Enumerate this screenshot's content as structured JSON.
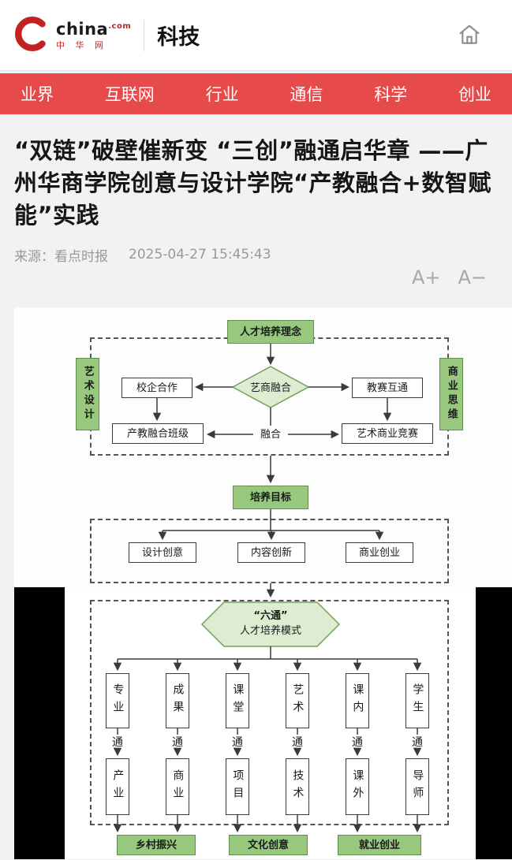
{
  "colors": {
    "nav_red": "#e64a4a",
    "logo_red": "#c32222",
    "node_green": "#97c87e",
    "node_green_border": "#5f8f4a",
    "pale_green": "#dcedd2",
    "meta_gray": "#999999"
  },
  "icons": {
    "logo_mark": "red-c-swirl",
    "home": "house-outline"
  },
  "header": {
    "logo_brand": "china",
    "logo_tld": ".com",
    "logo_cn": "中 华 网",
    "section": "科技"
  },
  "nav": {
    "items": [
      "业界",
      "互联网",
      "行业",
      "通信",
      "科学",
      "创业"
    ]
  },
  "article": {
    "title": "“双链”破壁催新变 “三创”融通启华章 ——广州华商学院创意与设计学院“产教融合+数智赋能”实践",
    "source_label": "来源：",
    "source_name": "看点时报",
    "published": "2025-04-27 15:45:43",
    "font_larger": "A+",
    "font_smaller": "A−"
  },
  "figure": {
    "top_node": "人才培养理念",
    "left_rail": "艺术设计",
    "right_rail": "商业思维",
    "diamond": "艺商融合",
    "left_box_1": "校企合作",
    "left_box_2": "产教融合班级",
    "right_box_1": "教赛互通",
    "right_box_2": "艺术商业竞赛",
    "fusion_label": "融合",
    "goal_node": "培养目标",
    "goal_boxes": [
      "设计创意",
      "内容创新",
      "商业创业"
    ],
    "hex_title": "“六通”",
    "hex_subtitle": "人才培养模式",
    "columns": [
      {
        "top": "专业",
        "mid": "通",
        "bottom": "产业"
      },
      {
        "top": "成果",
        "mid": "通",
        "bottom": "商业"
      },
      {
        "top": "课堂",
        "mid": "通",
        "bottom": "项目"
      },
      {
        "top": "艺术",
        "mid": "通",
        "bottom": "技术"
      },
      {
        "top": "课内",
        "mid": "通",
        "bottom": "课外"
      },
      {
        "top": "学生",
        "mid": "通",
        "bottom": "导师"
      }
    ],
    "bottom_nodes": [
      "乡村振兴",
      "文化创意",
      "就业创业"
    ]
  }
}
